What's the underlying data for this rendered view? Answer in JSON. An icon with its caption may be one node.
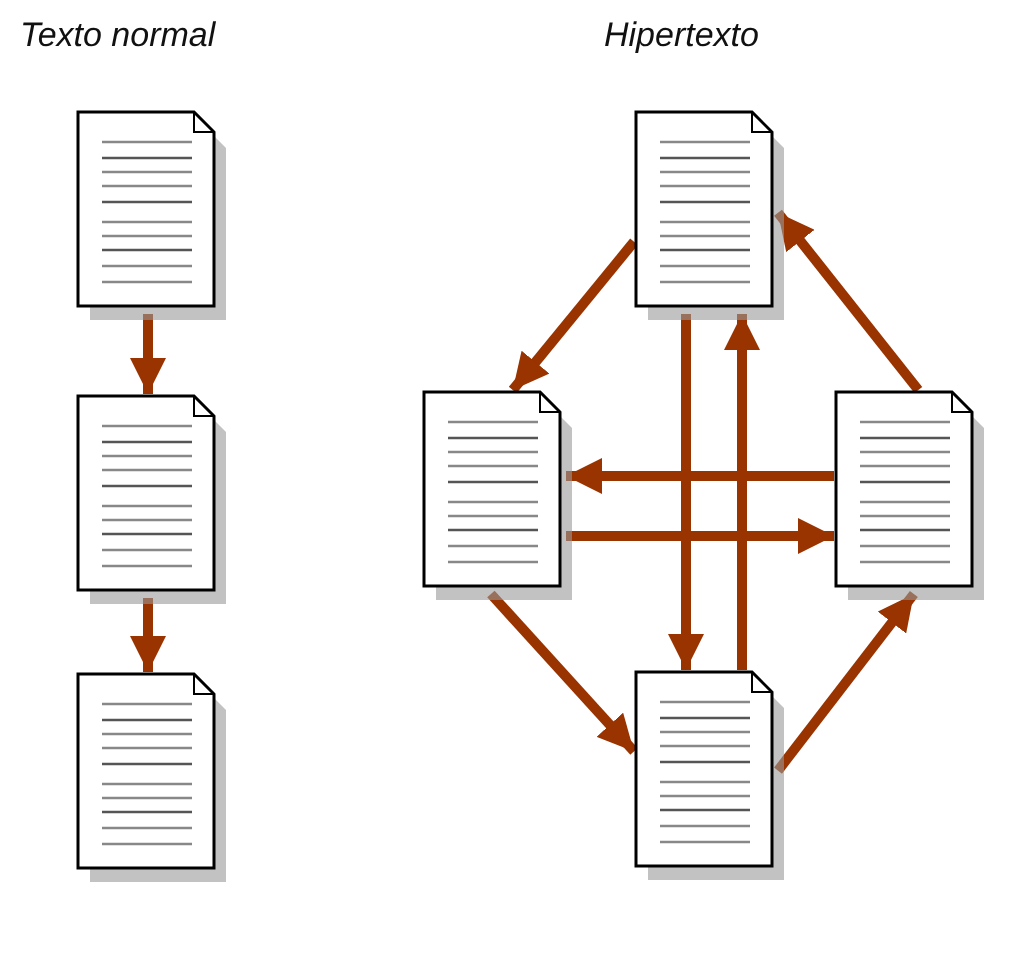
{
  "diagram": {
    "nodes": [
      {
        "text": [],
        "shape": "document"
      },
      {
        "text": [],
        "shape": "document"
      },
      {
        "text": [],
        "shape": "document"
      },
      {
        "text": [],
        "shape": "document"
      },
      {
        "text": [],
        "shape": "document"
      },
      {
        "text": [],
        "shape": "document"
      },
      {
        "text": [],
        "shape": "document"
      }
    ],
    "edges": [
      {
        "from": 0,
        "to": 1,
        "arrow": "to"
      },
      {
        "from": 1,
        "to": 2,
        "arrow": "to"
      },
      {
        "from": 3,
        "to": 4,
        "arrow": "to"
      },
      {
        "from": 3,
        "to": 6,
        "arrow": "to"
      },
      {
        "from": 6,
        "to": 3,
        "arrow": "to"
      },
      {
        "from": 5,
        "to": 3,
        "arrow": "to"
      },
      {
        "from": 5,
        "to": 4,
        "arrow": "to"
      },
      {
        "from": 4,
        "to": 5,
        "arrow": "to"
      },
      {
        "from": 4,
        "to": 6,
        "arrow": "to"
      },
      {
        "from": 6,
        "to": 5,
        "arrow": "to"
      }
    ],
    "labels": [
      "Texto normal",
      "Hipertexto"
    ]
  }
}
